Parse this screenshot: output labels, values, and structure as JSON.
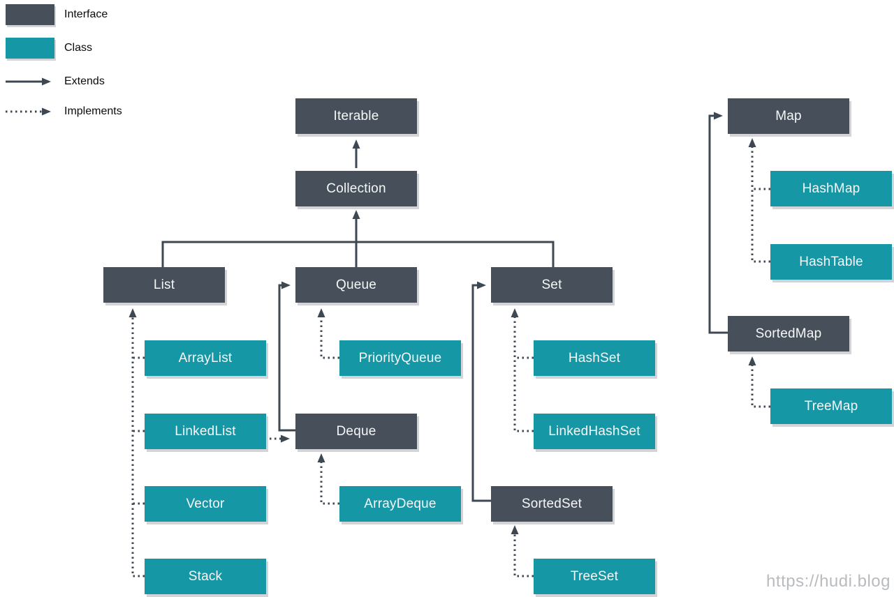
{
  "legend": {
    "interface": {
      "label": "Interface",
      "swatch_color": "#47505A"
    },
    "class": {
      "label": "Class",
      "swatch_color": "#1697A5"
    },
    "extends": {
      "label": "Extends",
      "arrow_style": "solid"
    },
    "implements": {
      "label": "Implements",
      "arrow_style": "dotted"
    }
  },
  "nodes": {
    "iterable": {
      "label": "Iterable",
      "kind": "interface"
    },
    "collection": {
      "label": "Collection",
      "kind": "interface"
    },
    "list": {
      "label": "List",
      "kind": "interface"
    },
    "queue": {
      "label": "Queue",
      "kind": "interface"
    },
    "set": {
      "label": "Set",
      "kind": "interface"
    },
    "deque": {
      "label": "Deque",
      "kind": "interface"
    },
    "sortedset": {
      "label": "SortedSet",
      "kind": "interface"
    },
    "map": {
      "label": "Map",
      "kind": "interface"
    },
    "sortedmap": {
      "label": "SortedMap",
      "kind": "interface"
    },
    "arraylist": {
      "label": "ArrayList",
      "kind": "class"
    },
    "linkedlist": {
      "label": "LinkedList",
      "kind": "class"
    },
    "vector": {
      "label": "Vector",
      "kind": "class"
    },
    "stack": {
      "label": "Stack",
      "kind": "class"
    },
    "priorityqueue": {
      "label": "PriorityQueue",
      "kind": "class"
    },
    "arraydeque": {
      "label": "ArrayDeque",
      "kind": "class"
    },
    "hashset": {
      "label": "HashSet",
      "kind": "class"
    },
    "linkedhashset": {
      "label": "LinkedHashSet",
      "kind": "class"
    },
    "treeset": {
      "label": "TreeSet",
      "kind": "class"
    },
    "hashmap": {
      "label": "HashMap",
      "kind": "class"
    },
    "hashtable": {
      "label": "HashTable",
      "kind": "class"
    },
    "treemap": {
      "label": "TreeMap",
      "kind": "class"
    }
  },
  "relationships": [
    {
      "from": "Collection",
      "to": "Iterable",
      "type": "extends"
    },
    {
      "from": "List",
      "to": "Collection",
      "type": "extends"
    },
    {
      "from": "Queue",
      "to": "Collection",
      "type": "extends"
    },
    {
      "from": "Set",
      "to": "Collection",
      "type": "extends"
    },
    {
      "from": "Deque",
      "to": "Queue",
      "type": "extends"
    },
    {
      "from": "SortedSet",
      "to": "Set",
      "type": "extends"
    },
    {
      "from": "SortedMap",
      "to": "Map",
      "type": "extends"
    },
    {
      "from": "ArrayList",
      "to": "List",
      "type": "implements"
    },
    {
      "from": "LinkedList",
      "to": "List",
      "type": "implements"
    },
    {
      "from": "Vector",
      "to": "List",
      "type": "implements"
    },
    {
      "from": "Stack",
      "to": "List",
      "type": "implements"
    },
    {
      "from": "LinkedList",
      "to": "Deque",
      "type": "implements"
    },
    {
      "from": "PriorityQueue",
      "to": "Queue",
      "type": "implements"
    },
    {
      "from": "ArrayDeque",
      "to": "Deque",
      "type": "implements"
    },
    {
      "from": "HashSet",
      "to": "Set",
      "type": "implements"
    },
    {
      "from": "LinkedHashSet",
      "to": "Set",
      "type": "implements"
    },
    {
      "from": "TreeSet",
      "to": "SortedSet",
      "type": "implements"
    },
    {
      "from": "HashMap",
      "to": "Map",
      "type": "implements"
    },
    {
      "from": "HashTable",
      "to": "Map",
      "type": "implements"
    },
    {
      "from": "TreeMap",
      "to": "SortedMap",
      "type": "implements"
    }
  ],
  "colors": {
    "interface": "#47505A",
    "class": "#1697A5",
    "connector": "#3E4852",
    "watermark": "#B8BBBF"
  },
  "watermark": {
    "text": "https://hudi.blog"
  }
}
